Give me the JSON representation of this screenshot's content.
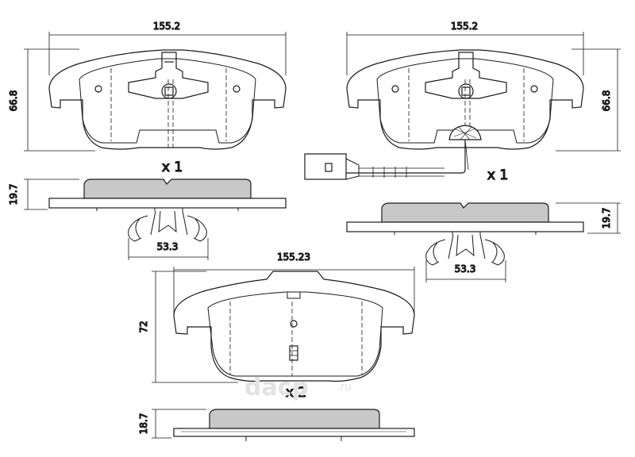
{
  "pad_a": {
    "width_label": "155.2",
    "height_label": "66.8",
    "quantity": "x 1",
    "thickness_label": "19.7",
    "clip_label": "53.3"
  },
  "pad_b": {
    "width_label": "155.2",
    "height_label": "66.8",
    "quantity": "x 1",
    "thickness_label": "19.7",
    "clip_label": "53.3"
  },
  "pad_c": {
    "width_label": "155.23",
    "height_label": "72",
    "quantity": "x 2",
    "thickness_label": "18.7"
  },
  "watermark": {
    "text": "dacp",
    "suffix": ".ru"
  },
  "colors": {
    "line": "#1a1a1a",
    "friction_fill": "#c8c8c8",
    "backing_fill": "#ffffff",
    "watermark": "#e3e3e3"
  }
}
